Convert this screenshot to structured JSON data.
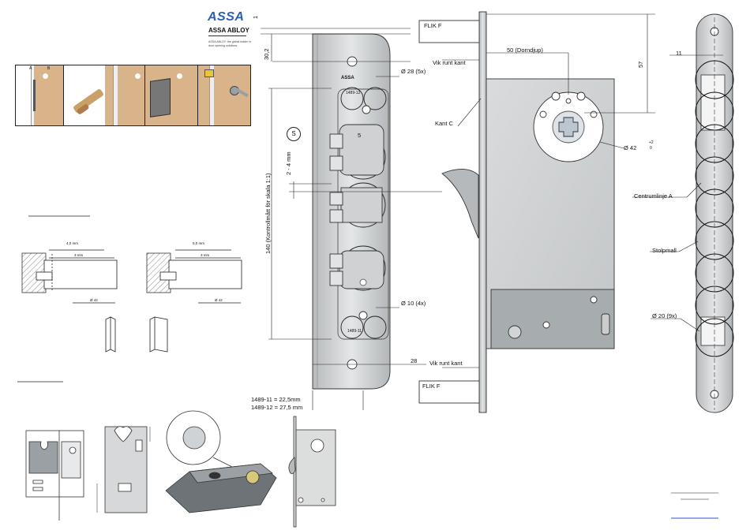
{
  "brand": {
    "logo": "ASSA",
    "sub": "ASSA ABLOY",
    "tagline": "ASSA ABLOY, the global leader in door opening solutions."
  },
  "install_photos": {
    "labels_a": "A",
    "labels_b": "B"
  },
  "section_details": {
    "dim_top": "4,0 mm",
    "dim_mid": "3 mm",
    "dim_bot": "Ø 42",
    "dim_top2": "5,0 mm",
    "dim_mid2": "3 mm",
    "dim_bot2": "Ø 42"
  },
  "faceplate": {
    "dim_1": "1",
    "dim_30_2": "30,2",
    "dim_140": "140 (Kontrollmått för skala 1:1)",
    "dim_2_4": "2 - 4 mm",
    "circle_s": "S",
    "dim_5": "5",
    "hole_28": "Ø 28 (5x)",
    "hole_10": "Ø 10 (4x)",
    "dim_28": "28",
    "brand_mark": "ASSA",
    "model_top": "1489-12",
    "model_bot": "1489-11",
    "note_1": "1489-11 = 22,5mm",
    "note_2": "1489-12 = 27,5 mm"
  },
  "lock_body": {
    "flik_top": "FLIK F",
    "flik_bot": "FLIK F",
    "vik_top": "Vik runt kant",
    "vik_bot": "Vik runt kant",
    "kant_c": "Kant C",
    "dorndjup": "50 (Dorndjup)",
    "dim_57": "57",
    "dia_42": "Ø 42",
    "tol_plus": "+2",
    "tol_zero": "0"
  },
  "striker": {
    "dim_11": "11",
    "centrumlinje": "Centrumlinje A",
    "stolpmall": "Stolpmall",
    "hole_20": "Ø 20 (9x)"
  },
  "colors": {
    "brand_blue": "#2b5fb0",
    "steel": "#c9cbcc",
    "steel_dark": "#9ea3a6",
    "wood": "#d9b38a",
    "link_blue": "#2f4fd0"
  }
}
